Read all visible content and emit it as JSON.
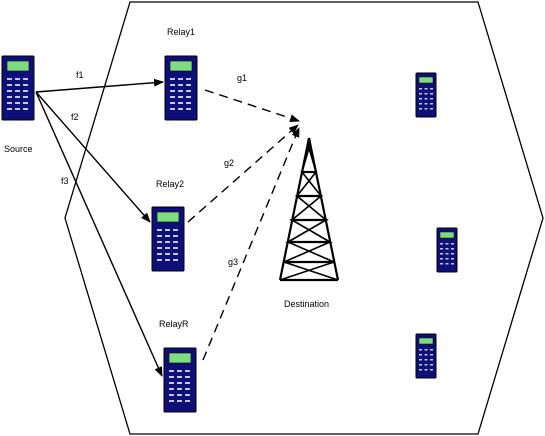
{
  "labels": {
    "source": "Source",
    "relay1": "Relay1",
    "relay2": "Relay2",
    "relayR": "RelayR",
    "destination": "Destination",
    "f1": "f1",
    "f2": "f2",
    "f3": "f3",
    "g1": "g1",
    "g2": "g2",
    "g3": "g3"
  },
  "colors": {
    "phone_body": "#0f0f7a",
    "phone_screen": "#7ddc7d",
    "outline": "#000000",
    "background": "#ffffff"
  },
  "icons": {
    "phone": "mobile-phone-icon",
    "tower": "transmission-tower-icon"
  }
}
